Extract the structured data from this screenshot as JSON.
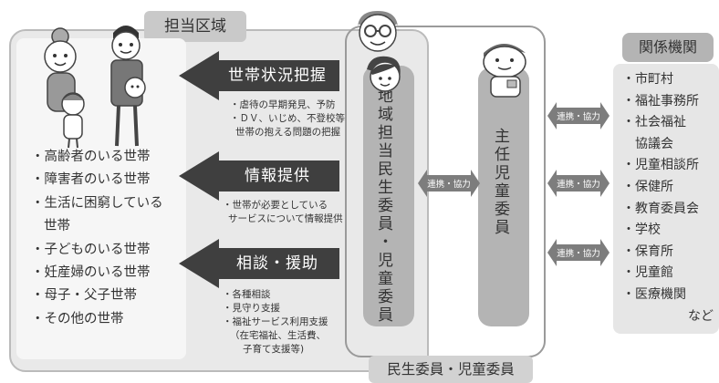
{
  "area_title": "担当区域",
  "households": [
    {
      "text": "・高齢者のいる世帯",
      "indent": false
    },
    {
      "text": "・障害者のいる世帯",
      "indent": false
    },
    {
      "text": "・生活に困窮している",
      "indent": false
    },
    {
      "text": "世帯",
      "indent": true
    },
    {
      "text": "・子どものいる世帯",
      "indent": false
    },
    {
      "text": "・妊産婦のいる世帯",
      "indent": false
    },
    {
      "text": "・母子・父子世帯",
      "indent": false
    },
    {
      "text": "・その他の世帯",
      "indent": false
    }
  ],
  "roles": [
    {
      "title": "世帯状況把握",
      "lines": [
        "・虐待の早期発見、予防",
        "・ＤＶ、いじめ、不登校等",
        "世帯の抱える問題の把握"
      ]
    },
    {
      "title": "情報提供",
      "lines": [
        "・世帯が必要としている",
        "サービスについて情報提供"
      ]
    },
    {
      "title": "相談・援助",
      "lines": [
        "・各種相談",
        "・見守り支援",
        "・福祉サービス利用支援",
        "（在宅福祉、生活費、",
        "子育て支援等)"
      ]
    }
  ],
  "members_title": "民生委員・児童委員",
  "local_member": "地域担当民生委員・児童委員",
  "chief_member": "主任児童委員",
  "cooperation": "連携・協力",
  "organizations_title": "関係機関",
  "organizations": [
    {
      "text": "・市町村",
      "indent": false
    },
    {
      "text": "・福祉事務所",
      "indent": false
    },
    {
      "text": "・社会福祉",
      "indent": false
    },
    {
      "text": "協議会",
      "indent": true
    },
    {
      "text": "・児童相談所",
      "indent": false
    },
    {
      "text": "・保健所",
      "indent": false
    },
    {
      "text": "・教育委員会",
      "indent": false
    },
    {
      "text": "・学校",
      "indent": false
    },
    {
      "text": "・保育所",
      "indent": false
    },
    {
      "text": "・児童館",
      "indent": false
    },
    {
      "text": "・医療機関",
      "indent": false
    },
    {
      "text": "など",
      "indent": "right"
    }
  ],
  "colors": {
    "arrow": "#3f3f3f",
    "member_pill": "#b4b4b4",
    "panel": "#e9e9e9",
    "coop_arrow": "#7d7d7d"
  }
}
